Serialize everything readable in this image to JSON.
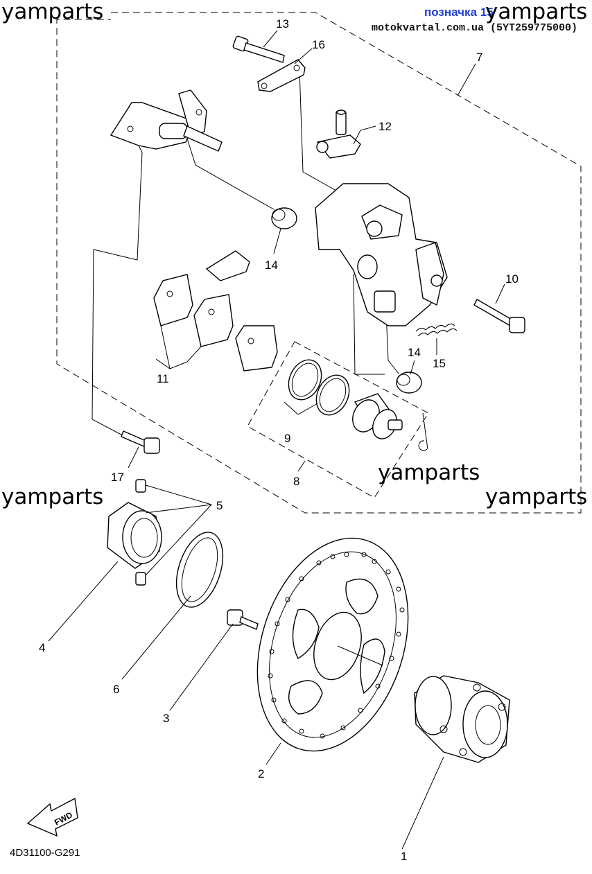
{
  "header": {
    "tag": "позначка 15",
    "url": "motokvartal.com.ua (5YT259775000)"
  },
  "watermarks": [
    "yamparts",
    "yamparts",
    "yamparts",
    "yamparts",
    "yamparts"
  ],
  "callouts": [
    "1",
    "2",
    "3",
    "4",
    "5",
    "6",
    "7",
    "8",
    "9",
    "10",
    "11",
    "12",
    "13",
    "14",
    "14",
    "15",
    "16",
    "17"
  ],
  "fwd_label": "FWD",
  "diagram_code": "4D31100-G291"
}
